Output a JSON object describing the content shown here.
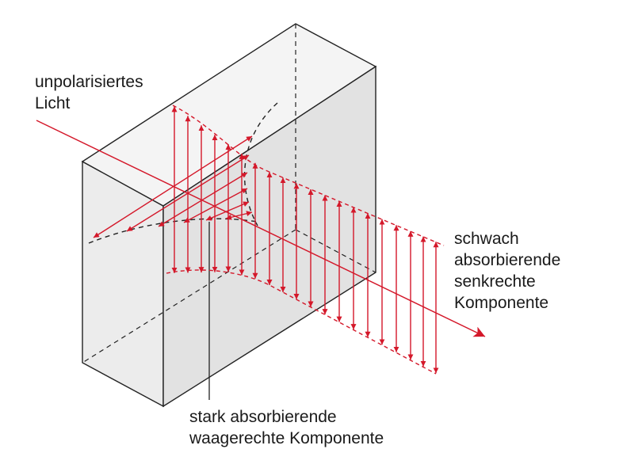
{
  "labels": {
    "unpolarized": [
      "unpolarisiertes",
      "Licht"
    ],
    "weak_vertical": [
      "schwach",
      "absorbierende",
      "senkrechte",
      "Komponente"
    ],
    "strong_horizontal": [
      "stark absorbierende",
      "waagerechte Komponente"
    ]
  },
  "colors": {
    "wave": "#d4182a",
    "outline": "#222222",
    "face_front": "#ececec",
    "face_top": "#f4f4f4",
    "face_side": "#e2e2e2",
    "background": "#ffffff"
  }
}
